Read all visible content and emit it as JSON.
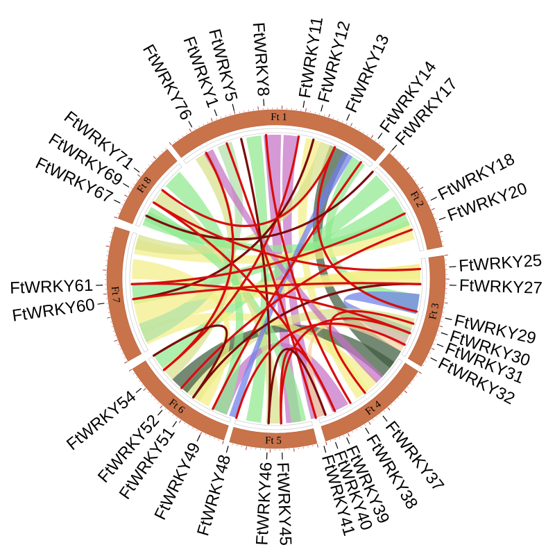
{
  "colors": {
    "chromosome": "#c8734a",
    "tick": "#a2201f",
    "syntenic_red": "#d70d0d",
    "syntenic_dark": "#7b0b0b",
    "ribbons": [
      "#8fe98f",
      "#f2ee86",
      "#d7e08a",
      "#c571c6",
      "#6f7ee9",
      "#3f5b3f",
      "#b0e0a6",
      "#f7d1a0"
    ]
  },
  "chromosomes": [
    {
      "name": "Ft 1",
      "start_deg": -38,
      "end_deg": 40
    },
    {
      "name": "Ft 2",
      "start_deg": 42,
      "end_deg": 79
    },
    {
      "name": "Ft 3",
      "start_deg": 82,
      "end_deg": 121
    },
    {
      "name": "Ft 4",
      "start_deg": 123,
      "end_deg": 163
    },
    {
      "name": "Ft 5",
      "start_deg": 166,
      "end_deg": 196
    },
    {
      "name": "Ft 6",
      "start_deg": 198,
      "end_deg": 238
    },
    {
      "name": "Ft 7",
      "start_deg": 241,
      "end_deg": 288
    },
    {
      "name": "Ft 8",
      "start_deg": 291,
      "end_deg": 320
    }
  ],
  "genes": [
    {
      "name": "FtWRKY76",
      "angle": -29
    },
    {
      "name": "FtWRKY1",
      "angle": -20
    },
    {
      "name": "FtWRKY5",
      "angle": -14
    },
    {
      "name": "FtWRKY8",
      "angle": -4
    },
    {
      "name": "FtWRKY11",
      "angle": 9
    },
    {
      "name": "FtWRKY12",
      "angle": 15
    },
    {
      "name": "FtWRKY13",
      "angle": 24
    },
    {
      "name": "FtWRKY14",
      "angle": 36
    },
    {
      "name": "FtWRKY17",
      "angle": 42
    },
    {
      "name": "FtWRKY18",
      "angle": 63
    },
    {
      "name": "FtWRKY20",
      "angle": 70
    },
    {
      "name": "FtWRKY25",
      "angle": 86
    },
    {
      "name": "FtWRKY27",
      "angle": 92
    },
    {
      "name": "FtWRKY29",
      "angle": 103
    },
    {
      "name": "FtWRKY30",
      "angle": 108
    },
    {
      "name": "FtWRKY31",
      "angle": 112
    },
    {
      "name": "FtWRKY32",
      "angle": 117
    },
    {
      "name": "FtWRKY37",
      "angle": 142
    },
    {
      "name": "FtWRKY38",
      "angle": 149
    },
    {
      "name": "FtWRKY39",
      "angle": 156
    },
    {
      "name": "FtWRKY40",
      "angle": 160
    },
    {
      "name": "FtWRKY41",
      "angle": 164
    },
    {
      "name": "FtWRKY45",
      "angle": 178
    },
    {
      "name": "FtWRKY46",
      "angle": 183
    },
    {
      "name": "FtWRKY48",
      "angle": 196
    },
    {
      "name": "FtWRKY49",
      "angle": 206
    },
    {
      "name": "FtWRKY51",
      "angle": 215
    },
    {
      "name": "FtWRKY52",
      "angle": 221
    },
    {
      "name": "FtWRKY54",
      "angle": 231
    },
    {
      "name": "FtWRKY60",
      "angle": 262
    },
    {
      "name": "FtWRKY61",
      "angle": 268
    },
    {
      "name": "FtWRKY67",
      "angle": 296
    },
    {
      "name": "FtWRKY69",
      "angle": 302
    },
    {
      "name": "FtWRKY71",
      "angle": 308
    }
  ],
  "ribbons": [
    {
      "a1": -12,
      "a2": -6,
      "b1": 186,
      "b2": 192,
      "color": 0
    },
    {
      "a1": -5,
      "a2": 2,
      "b1": 170,
      "b2": 176,
      "color": 3
    },
    {
      "a1": 3,
      "a2": 9,
      "b1": 160,
      "b2": 166,
      "color": 3
    },
    {
      "a1": 12,
      "a2": 18,
      "b1": 140,
      "b2": 146,
      "color": 1
    },
    {
      "a1": 22,
      "a2": 30,
      "b1": 120,
      "b2": 128,
      "color": 5
    },
    {
      "a1": 32,
      "a2": 38,
      "b1": 96,
      "b2": 104,
      "color": 0
    },
    {
      "a1": 44,
      "a2": 52,
      "b1": 232,
      "b2": 238,
      "color": 0
    },
    {
      "a1": 55,
      "a2": 62,
      "b1": 260,
      "b2": 268,
      "color": 0
    },
    {
      "a1": 66,
      "a2": 74,
      "b1": 280,
      "b2": 286,
      "color": 1
    },
    {
      "a1": 84,
      "a2": 92,
      "b1": 248,
      "b2": 256,
      "color": 1
    },
    {
      "a1": 96,
      "a2": 104,
      "b1": 110,
      "b2": 118,
      "color": 4
    },
    {
      "a1": 106,
      "a2": 114,
      "b1": 212,
      "b2": 220,
      "color": 2
    },
    {
      "a1": 125,
      "a2": 133,
      "b1": 218,
      "b2": 226,
      "color": 5
    },
    {
      "a1": 135,
      "a2": 141,
      "b1": 243,
      "b2": 250,
      "color": 1
    },
    {
      "a1": 150,
      "a2": 157,
      "b1": 200,
      "b2": 206,
      "color": 3
    },
    {
      "a1": 168,
      "a2": 174,
      "b1": 294,
      "b2": 300,
      "color": 0
    },
    {
      "a1": 178,
      "a2": 184,
      "b1": 302,
      "b2": 308,
      "color": 2
    },
    {
      "a1": 200,
      "a2": 206,
      "b1": 310,
      "b2": 318,
      "color": 0
    },
    {
      "a1": 208,
      "a2": 214,
      "b1": 270,
      "b2": 278,
      "color": 1
    },
    {
      "a1": 226,
      "a2": 232,
      "b1": -34,
      "b2": -28,
      "color": 2
    },
    {
      "a1": 244,
      "a2": 252,
      "b1": -24,
      "b2": -18,
      "color": 6
    },
    {
      "a1": 256,
      "a2": 262,
      "b1": 84,
      "b2": 90,
      "color": 1
    },
    {
      "a1": 282,
      "a2": 288,
      "b1": 18,
      "b2": 24,
      "color": 2
    },
    {
      "a1": 292,
      "a2": 298,
      "b1": 62,
      "b2": 68,
      "color": 0
    },
    {
      "a1": -30,
      "a2": -26,
      "b1": 132,
      "b2": 136,
      "color": 3
    },
    {
      "a1": 28,
      "a2": 32,
      "b1": 196,
      "b2": 199,
      "color": 4
    },
    {
      "a1": 114,
      "a2": 120,
      "b1": 160,
      "b2": 164,
      "color": 7
    }
  ],
  "links": [
    {
      "from": -20,
      "to": 164,
      "color": "red"
    },
    {
      "from": -14,
      "to": 183,
      "color": "dark"
    },
    {
      "from": -4,
      "to": 149,
      "color": "red"
    },
    {
      "from": 9,
      "to": 231,
      "color": "red"
    },
    {
      "from": 15,
      "to": 262,
      "color": "dark"
    },
    {
      "from": 24,
      "to": 103,
      "color": "red"
    },
    {
      "from": 36,
      "to": 206,
      "color": "red"
    },
    {
      "from": 42,
      "to": 296,
      "color": "dark"
    },
    {
      "from": 63,
      "to": 268,
      "color": "red"
    },
    {
      "from": 70,
      "to": 221,
      "color": "red"
    },
    {
      "from": 86,
      "to": 302,
      "color": "red"
    },
    {
      "from": 92,
      "to": 215,
      "color": "dark"
    },
    {
      "from": 108,
      "to": 142,
      "color": "red"
    },
    {
      "from": 112,
      "to": 178,
      "color": "red"
    },
    {
      "from": 117,
      "to": 196,
      "color": "red"
    },
    {
      "from": 156,
      "to": 178,
      "color": "red"
    },
    {
      "from": 160,
      "to": 183,
      "color": "dark"
    },
    {
      "from": -29,
      "to": 231,
      "color": "red"
    },
    {
      "from": 308,
      "to": 24,
      "color": "red"
    },
    {
      "from": 262,
      "to": 92,
      "color": "red"
    },
    {
      "from": 268,
      "to": 112,
      "color": "red"
    },
    {
      "from": 302,
      "to": 156,
      "color": "red"
    },
    {
      "from": 215,
      "to": 238,
      "color": "dark"
    }
  ]
}
